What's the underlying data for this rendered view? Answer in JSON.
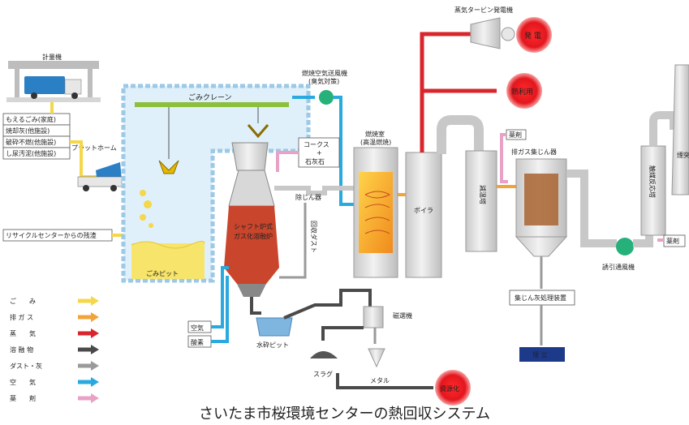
{
  "caption": "さいたま市桜環境センターの熱回収システム",
  "colors": {
    "garbage": "#f4d74a",
    "exhaust": "#f2a43a",
    "steam": "#d9262c",
    "melt": "#4a4a4a",
    "dust": "#9a9a9a",
    "air": "#2aa9df",
    "chemical": "#e9a1c6",
    "hotspot": "#e3161e"
  },
  "labels": {
    "scale": "計量機",
    "waste_types": [
      "もえるごみ(家庭)",
      "焼却灰(他施設)",
      "破砕不燃(他施設)",
      "し尿汚泥(他施設)"
    ],
    "platform": "プラットホーム",
    "recycle": "リサイクルセンターからの残渣",
    "crane": "ごみクレーン",
    "pit": "ごみピット",
    "blower": "燃焼空気送風機",
    "blower_note": "(臭気対策)",
    "coke": "コークス",
    "plus": "+",
    "limestone": "石灰石",
    "furnace": "シャフト炉式",
    "furnace2": "ガス化溶融炉",
    "dust_remove": "除じん器",
    "return_dust": "回収ダスト",
    "combustion": "燃焼室",
    "combustion_note": "(高温燃焼)",
    "boiler": "ボイラ",
    "cooler": "減温塔",
    "chem1": "薬剤",
    "filter": "排ガス集じん器",
    "fan": "誘引通風機",
    "chem2": "薬剤",
    "scrubber": "触媒反応塔",
    "stack": "煙突",
    "turbine": "蒸気タービン発電機",
    "power": "発 電",
    "heat": "熱利用",
    "fly_ash": "集じん灰処理装置",
    "landfill": "埋 立",
    "oxygen": "酸素",
    "air_in": "空気",
    "water_pit": "水砕ピット",
    "magnet": "磁選機",
    "slag": "スラグ",
    "metal": "メタル",
    "resource": "資源化"
  },
  "legend": [
    {
      "label": "ご　　み",
      "color_key": "garbage"
    },
    {
      "label": "排 ガ ス",
      "color_key": "exhaust"
    },
    {
      "label": "蒸　　気",
      "color_key": "steam"
    },
    {
      "label": "溶 融 物",
      "color_key": "melt"
    },
    {
      "label": "ダスト・灰",
      "color_key": "dust"
    },
    {
      "label": "空　　気",
      "color_key": "air"
    },
    {
      "label": "薬　　剤",
      "color_key": "chemical"
    }
  ]
}
